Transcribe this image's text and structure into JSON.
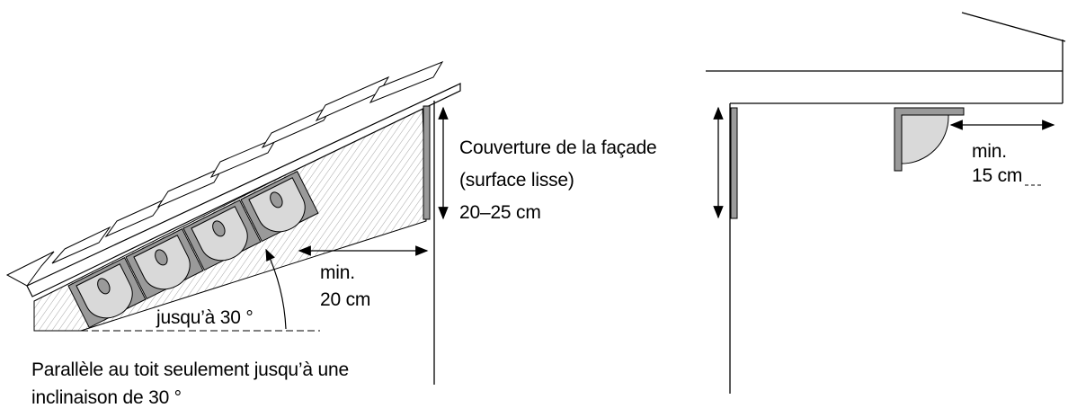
{
  "left_diagram": {
    "angle_label": "jusqu’à 30 °",
    "gap_label_line1": "min.",
    "gap_label_line2": "20 cm",
    "cover_label_line1": "Couverture de la façade",
    "cover_label_line2": "(surface lisse)",
    "cover_label_line3": "20–25 cm",
    "caption_line1": "Parallèle au toit seulement jusqu’à une",
    "caption_line2": "inclinaison de 30 °"
  },
  "right_diagram": {
    "gap_label_line1": "min.",
    "gap_label_line2": "15 cm"
  },
  "colors": {
    "line": "#000000",
    "fill_gray": "#d9d9d9",
    "fill_dark": "#9a9a9a",
    "hatch": "#a6a6a6"
  }
}
